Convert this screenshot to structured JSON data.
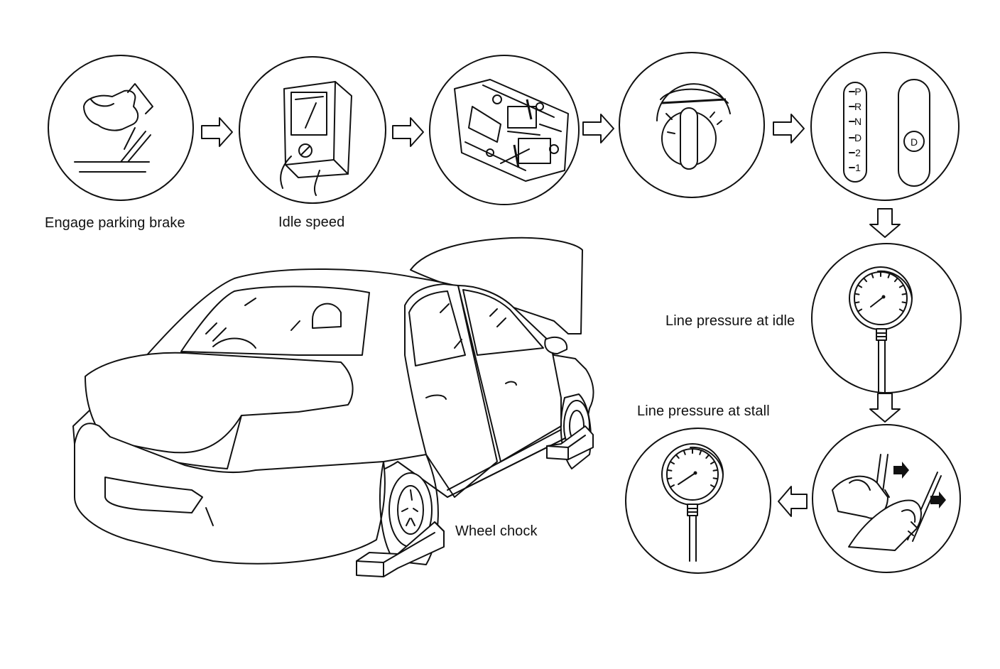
{
  "labels": {
    "parking_brake": "Engage parking brake",
    "idle_speed": "Idle speed",
    "line_pressure_idle": "Line pressure at idle",
    "line_pressure_stall": "Line pressure at stall",
    "wheel_chock": "Wheel chock"
  },
  "selector": {
    "positions": [
      "P",
      "R",
      "N",
      "D",
      "2",
      "1"
    ],
    "selected": "D"
  },
  "colors": {
    "line": "#111111",
    "background": "#ffffff"
  },
  "icons": [
    "parking-brake-hand-icon",
    "tachometer-icon",
    "transmission-valve-body-icon",
    "ignition-switch-icon",
    "shift-selector-icon",
    "pressure-gauge-icon",
    "accelerator-brake-pedals-icon",
    "sedan-car-icon",
    "wheel-chock-icon"
  ]
}
